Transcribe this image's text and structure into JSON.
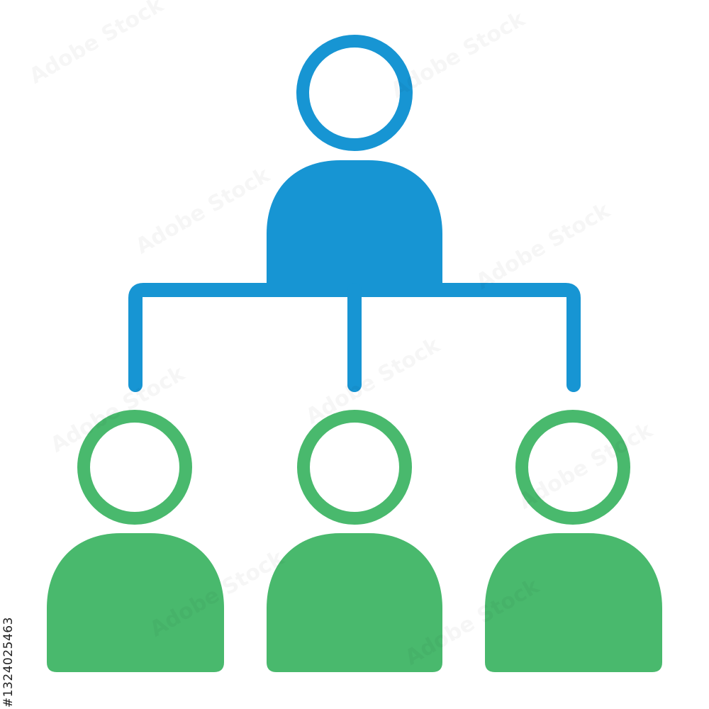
{
  "icon": {
    "name": "organizational-hierarchy-icon",
    "colors": {
      "leader": "#1795d3",
      "members": "#49b96d"
    },
    "levels": {
      "leaders": 1,
      "members": 3
    }
  },
  "watermark": {
    "text": "Adobe Stock"
  },
  "stock_id": "#1324025463"
}
